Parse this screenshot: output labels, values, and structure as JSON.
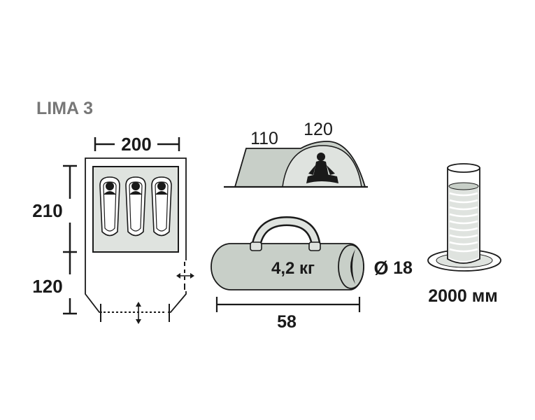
{
  "title": "LIMA 3",
  "floor_plan": {
    "width_label": "200",
    "inner_length_label": "210",
    "vestibule_length_label": "120"
  },
  "profile": {
    "height_front_label": "110",
    "height_inner_label": "120"
  },
  "packed": {
    "weight_label": "4,2 кг",
    "diameter_symbol": "Ø",
    "diameter_label": "18",
    "length_label": "58"
  },
  "waterproof": {
    "label": "2000 мм"
  },
  "colors": {
    "tent_fill": "#c8cfc8",
    "inner_fill": "#dfe3df",
    "line": "#1a1a1a",
    "title": "#777777"
  }
}
